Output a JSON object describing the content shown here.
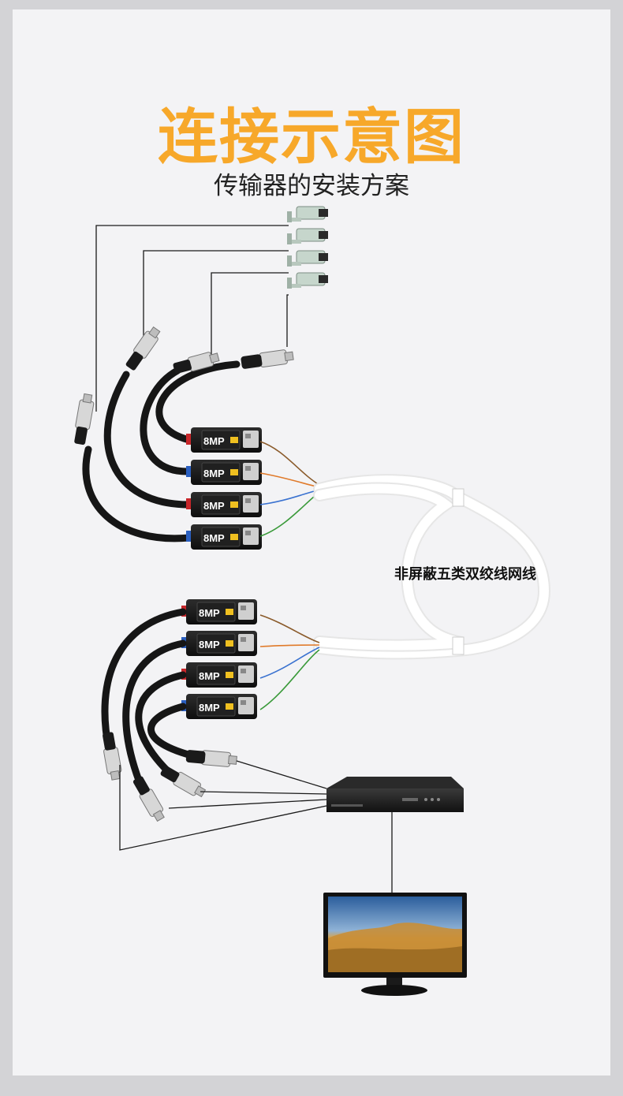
{
  "title": "连接示意图",
  "subtitle": "传输器的安装方案",
  "cable_label": "非屏蔽五类双绞线网线",
  "balun_label": "8MP",
  "camera_count": 4,
  "balun_pairs": 4,
  "colors": {
    "title": "#f7a82a",
    "balun_body": "#1b1b1b",
    "red_port": "#c8262a",
    "blue_port": "#2a5fc0",
    "cable": "#ffffff",
    "wire": "#1a1a1a"
  },
  "icons": [
    "camera-icon",
    "balun-icon",
    "bnc-connector-icon",
    "nvr-icon",
    "monitor-icon"
  ]
}
